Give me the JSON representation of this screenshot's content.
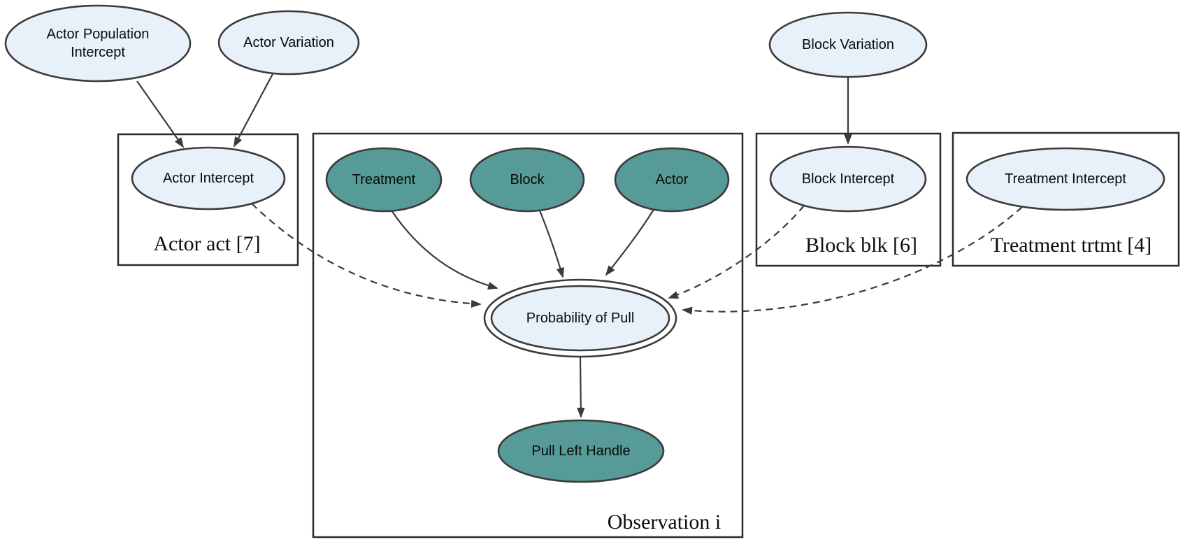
{
  "diagram": {
    "type": "plate-notation-graphical-model",
    "colors": {
      "background": "#ffffff",
      "node_light_fill": "#e8f1fa",
      "node_shaded_fill": "#569b97",
      "node_stroke": "#3b3b3b",
      "plate_stroke": "#2b2b2b",
      "edge_stroke": "#3b3b3b",
      "text": "#0a0a0a"
    },
    "plates": [
      {
        "label": "Actor act [7]"
      },
      {
        "label": "Observation i"
      },
      {
        "label": "Block blk [6]"
      },
      {
        "label": "Treatment trtmt [4]"
      }
    ],
    "nodes": [
      {
        "label": "Actor Population Intercept",
        "lines": [
          "Actor Population",
          "Intercept"
        ],
        "style": "light"
      },
      {
        "label": "Actor Variation",
        "style": "light"
      },
      {
        "label": "Block Variation",
        "style": "light"
      },
      {
        "label": "Actor Intercept",
        "style": "light",
        "plate": "Actor act [7]"
      },
      {
        "label": "Treatment",
        "style": "shaded",
        "plate": "Observation i"
      },
      {
        "label": "Block",
        "style": "shaded",
        "plate": "Observation i"
      },
      {
        "label": "Actor",
        "style": "shaded",
        "plate": "Observation i"
      },
      {
        "label": "Block Intercept",
        "style": "light",
        "plate": "Block blk [6]"
      },
      {
        "label": "Treatment Intercept",
        "style": "light",
        "plate": "Treatment trtmt [4]"
      },
      {
        "label": "Probability of Pull",
        "style": "light-double-ellipse",
        "plate": "Observation i"
      },
      {
        "label": "Pull Left Handle",
        "style": "shaded",
        "plate": "Observation i"
      }
    ],
    "edges": [
      {
        "from": "Actor Population Intercept",
        "to": "Actor Intercept",
        "style": "solid"
      },
      {
        "from": "Actor Variation",
        "to": "Actor Intercept",
        "style": "solid"
      },
      {
        "from": "Block Variation",
        "to": "Block Intercept",
        "style": "solid"
      },
      {
        "from": "Treatment",
        "to": "Probability of Pull",
        "style": "solid"
      },
      {
        "from": "Block",
        "to": "Probability of Pull",
        "style": "solid"
      },
      {
        "from": "Actor",
        "to": "Probability of Pull",
        "style": "solid"
      },
      {
        "from": "Probability of Pull",
        "to": "Pull Left Handle",
        "style": "solid"
      },
      {
        "from": "Actor Intercept",
        "to": "Probability of Pull",
        "style": "dashed"
      },
      {
        "from": "Block Intercept",
        "to": "Probability of Pull",
        "style": "dashed"
      },
      {
        "from": "Treatment Intercept",
        "to": "Probability of Pull",
        "style": "dashed"
      }
    ]
  }
}
